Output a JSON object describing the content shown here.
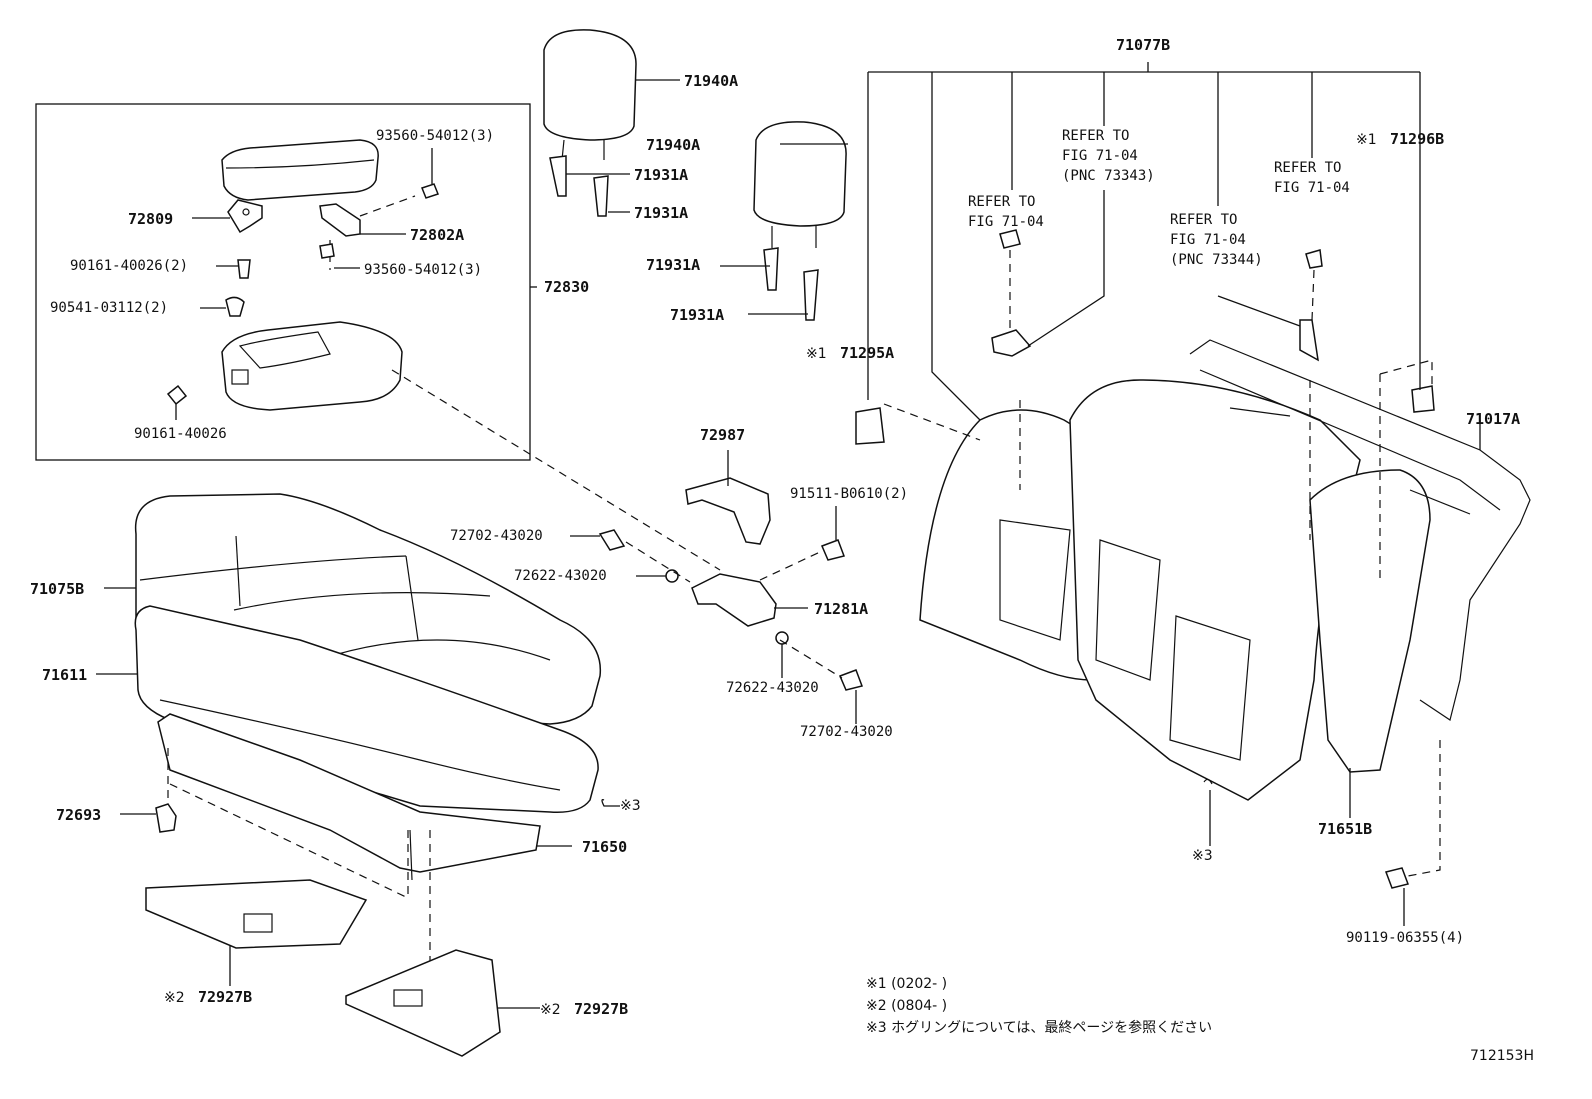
{
  "labels": {
    "l71077B": "71077B",
    "l71940A_1": "71940A",
    "l71940A_2": "71940A",
    "l71931A_1": "71931A",
    "l71931A_2": "71931A",
    "l71931A_3": "71931A",
    "l71931A_4": "71931A",
    "l93560_1": "93560-54012(3)",
    "l93560_2": "93560-54012(3)",
    "l72809": "72809",
    "l72802A": "72802A",
    "l90161_2": "90161-40026(2)",
    "l90541": "90541-03112(2)",
    "l72830": "72830",
    "l90161": "90161-40026",
    "l71295A": "71295A",
    "l71296B": "71296B",
    "l71017A": "71017A",
    "l72987": "72987",
    "l91511": "91511-B0610(2)",
    "l72702_1": "72702-43020",
    "l72622_1": "72622-43020",
    "l71281A": "71281A",
    "l72622_2": "72622-43020",
    "l72702_2": "72702-43020",
    "l71075B": "71075B",
    "l71611": "71611",
    "l72693": "72693",
    "l71650": "71650",
    "l72927B_1": "72927B",
    "l72927B_2": "72927B",
    "l71651B": "71651B",
    "l90119": "90119-06355(4)"
  },
  "refs": {
    "r1_l1": "REFER TO",
    "r1_l2": "FIG 71-04",
    "r1_l3": "(PNC 73343)",
    "r2_l1": "REFER TO",
    "r2_l2": "FIG 71-04",
    "r3_l1": "REFER TO",
    "r3_l2": "FIG 71-04",
    "r3_l3": "(PNC 73344)",
    "r4_l1": "REFER TO",
    "r4_l2": "FIG 71-04"
  },
  "marks": {
    "m1": "※1",
    "m2": "※1",
    "m3": "※3",
    "m4": "※3",
    "m5": "※2",
    "m6": "※2"
  },
  "notes": {
    "n1": "※1 (0202-     )",
    "n2": "※2 (0804-     )",
    "n3": "※3  ホグリングについては、最終ページを参照ください"
  },
  "figure_id": "712153H"
}
